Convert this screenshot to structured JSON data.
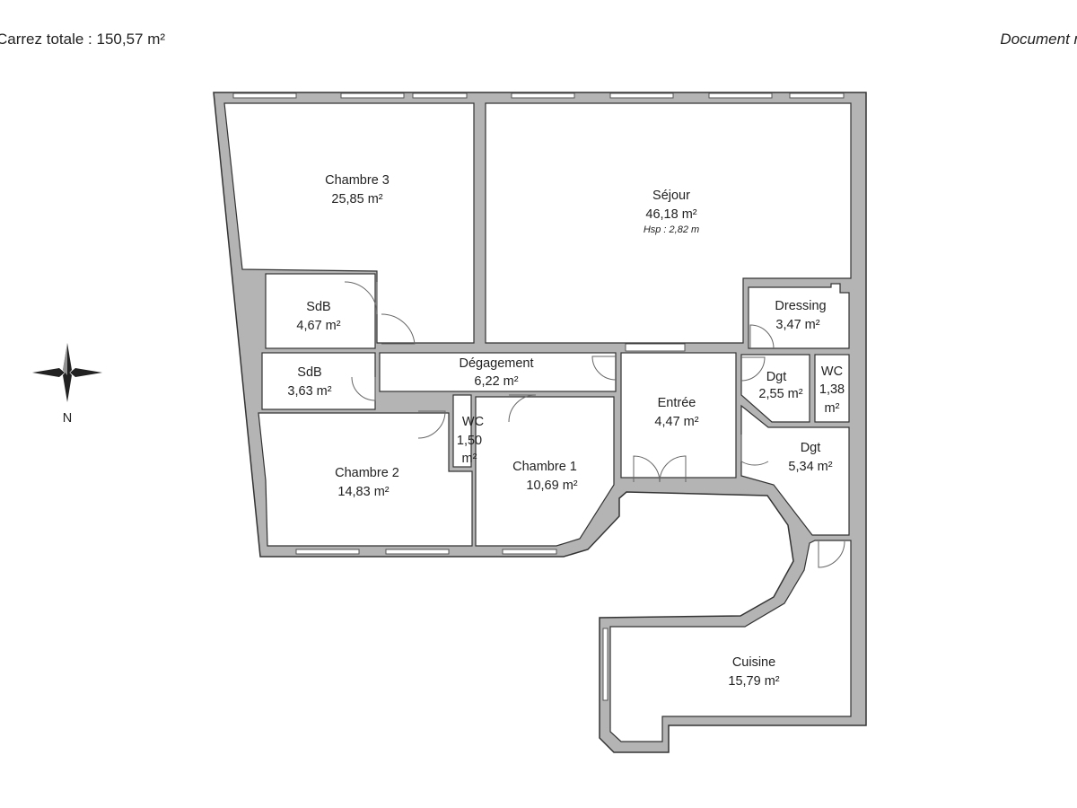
{
  "header": {
    "total_area": "Carrez totale :  150,57 m²",
    "document_note": "Document n"
  },
  "compass": {
    "north": "N"
  },
  "rooms": [
    {
      "name": "Chambre 3",
      "area": "25,85 m²"
    },
    {
      "name": "Séjour",
      "area": "46,18 m²",
      "note": "Hsp : 2,82 m"
    },
    {
      "name": "SdB",
      "area": "4,67 m²"
    },
    {
      "name": "SdB",
      "area": "3,63 m²"
    },
    {
      "name": "Dégagement",
      "area": "6,22 m²"
    },
    {
      "name": "Dressing",
      "area": "3,47 m²"
    },
    {
      "name": "Dgt",
      "area": "2,55 m²"
    },
    {
      "name": "WC",
      "area": "1,38",
      "unit": "m²"
    },
    {
      "name": "Entrée",
      "area": "4,47 m²"
    },
    {
      "name": "WC",
      "area": "1,50",
      "unit": "m²"
    },
    {
      "name": "Chambre 2",
      "area": "14,83 m²"
    },
    {
      "name": "Chambre 1",
      "area": "10,69 m²"
    },
    {
      "name": "Dgt",
      "area": "5,34 m²"
    },
    {
      "name": "Cuisine",
      "area": "15,79 m²"
    }
  ]
}
